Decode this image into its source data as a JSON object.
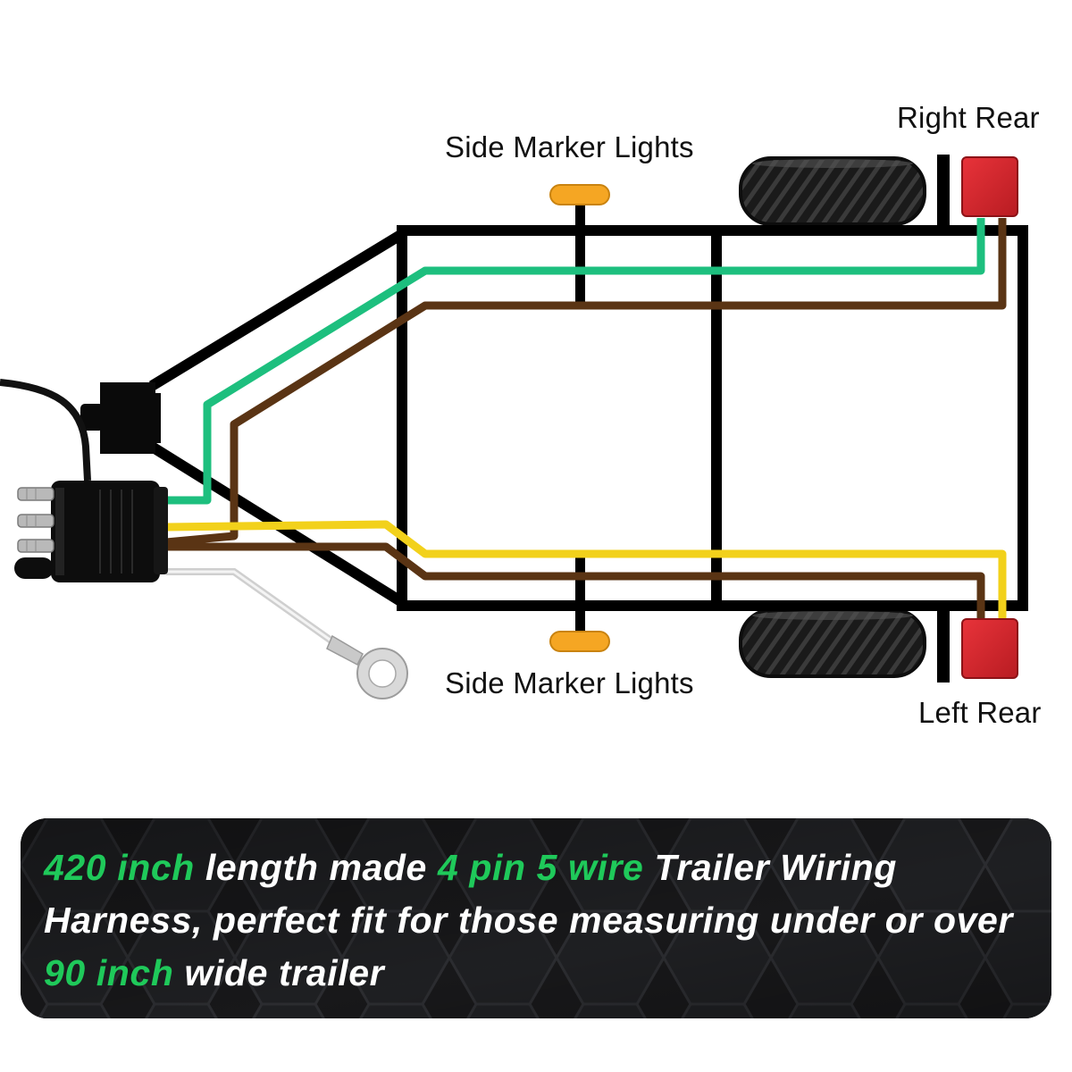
{
  "labels": {
    "side_marker_top": "Side Marker Lights",
    "side_marker_bottom": "Side Marker Lights",
    "right_rear": "Right Rear",
    "left_rear": "Left Rear"
  },
  "banner": {
    "segments": [
      {
        "text": "420 inch",
        "highlight": true
      },
      {
        "text": " length made ",
        "highlight": false
      },
      {
        "text": "4 pin 5 wire",
        "highlight": true
      },
      {
        "text": " Trailer Wiring Harness, perfect fit for those measuring under or over ",
        "highlight": false
      },
      {
        "text": "90 inch",
        "highlight": true
      },
      {
        "text": " wide trailer",
        "highlight": false
      }
    ]
  },
  "colors": {
    "frame": "#000000",
    "wire_green": "#1dbf7e",
    "wire_brown": "#5a3414",
    "wire_yellow": "#f2d11b",
    "wire_white": "#d8d8d8",
    "side_marker": "#f5a623",
    "tail_light": "#d8232a",
    "tire": "#1a1a1a",
    "banner_bg": "#1b1b1d",
    "banner_highlight": "#1fc95a",
    "banner_text": "#ffffff"
  },
  "icons": {
    "connector": "4-pin-flat-connector-icon",
    "ring_terminal": "ground-ring-terminal-icon",
    "tire": "tire-icon",
    "tail_light": "tail-light-icon",
    "side_marker": "side-marker-light-icon",
    "hitch": "trailer-hitch-coupler-icon"
  }
}
